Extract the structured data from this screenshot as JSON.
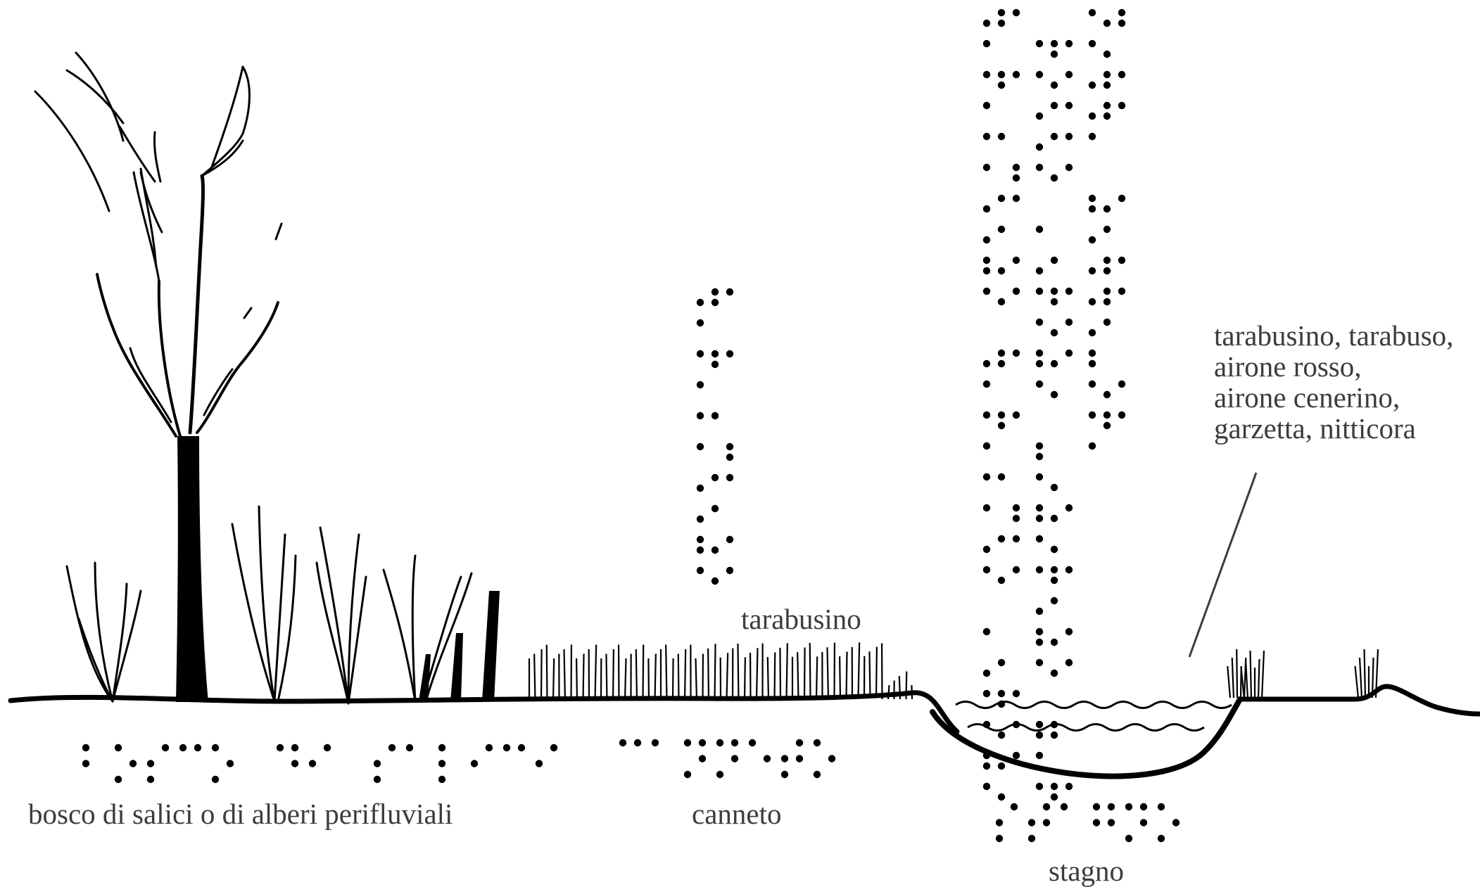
{
  "labels": {
    "bosco": "bosco di salici o di alberi perifluviali",
    "canneto": "canneto",
    "stagno": "stagno",
    "tarabusino": "tarabusino",
    "species": [
      "tarabusino, tarabuso,",
      "airone rosso,",
      "airone cenerino,",
      "garzetta, nitticora"
    ]
  },
  "braille": {
    "bosco": "⠃⠕⠎⠉⠕ ⠙⠊ ⠎⠁⠇⠊⠉⠊",
    "canneto": "⠉⠁⠝⠝⠑⠞⠕",
    "stagno": "⠎⠞⠁⠛⠝⠕",
    "tarabusino": "⠞⠁⠗⠁⠃⠥⠎⠊⠝⠕",
    "species": "⠞⠁⠗⠁⠃⠥⠎⠊⠝⠕ ⠞⠁⠗⠁⠃⠥⠎⠕ ⠁⠊⠗⠕⠝⠑ ⠗⠕⠎⠎⠕ ⠁⠊⠗⠕⠝⠑ ⠉⠑⠝⠑⠗⠊⠝⠕ ⠛⠁⠗⠵⠑⠞⠞⠁ ⠝⠊⠞⠞⠊⠉⠕⠗⠁"
  },
  "colors": {
    "ink": "#000000",
    "label": "#3c3c3c",
    "pointer": "#3c3c3c"
  }
}
